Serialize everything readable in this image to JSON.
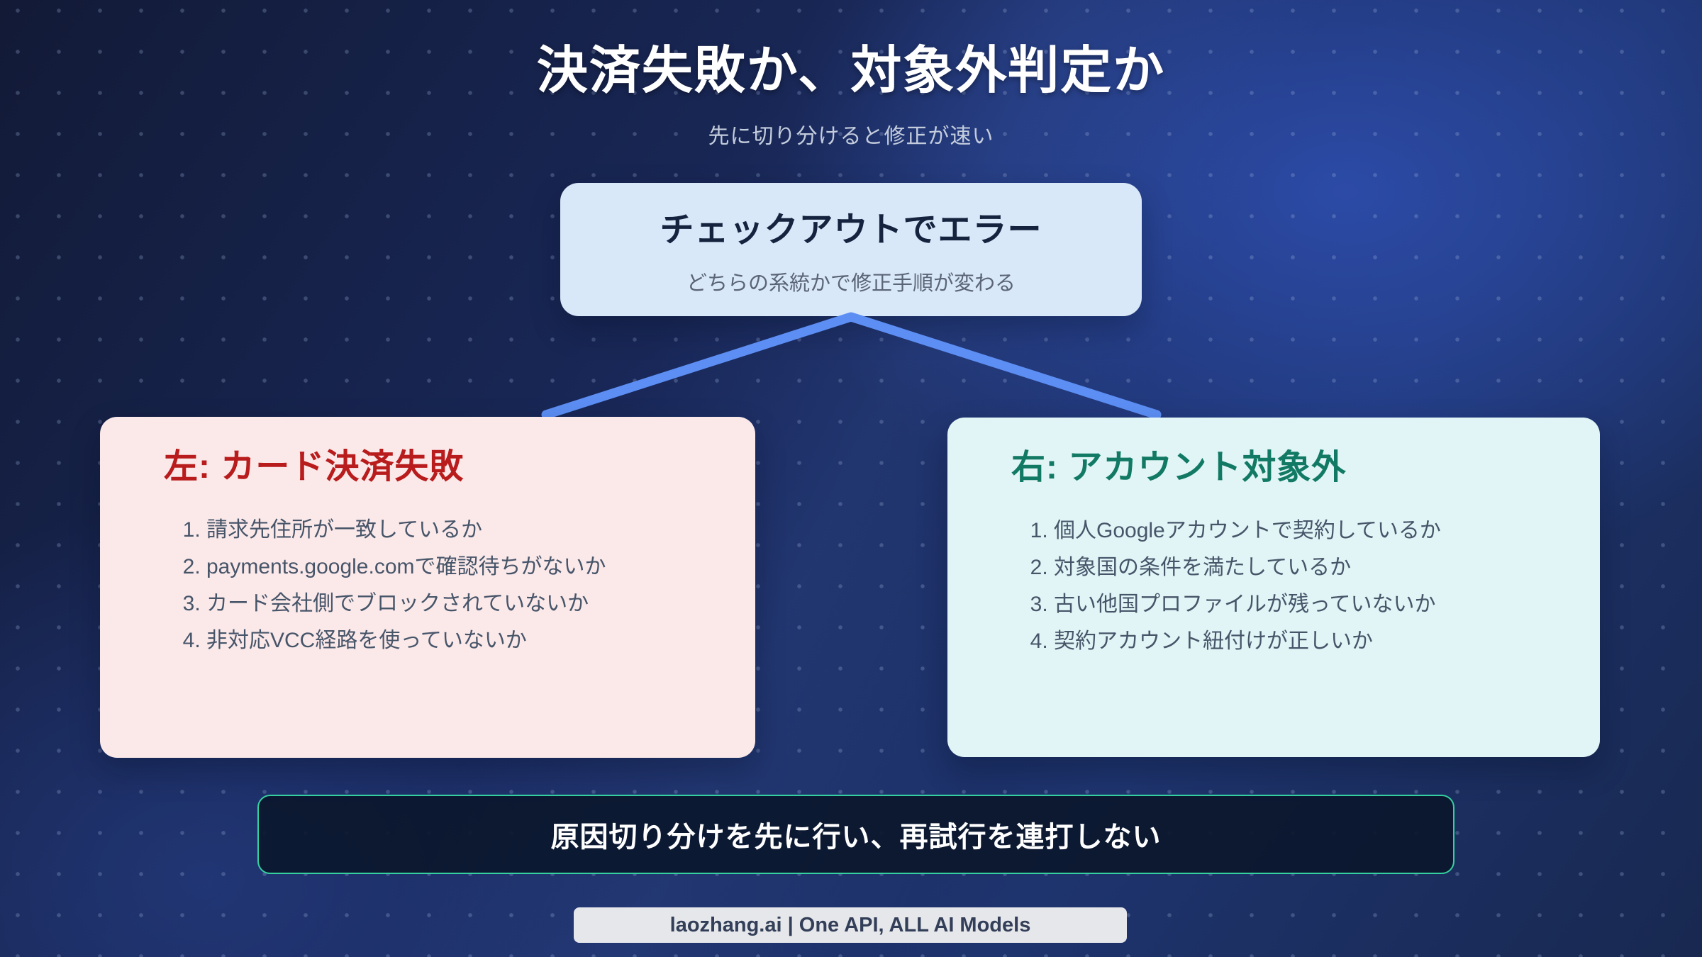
{
  "header": {
    "title": "決済失敗か、対象外判定か",
    "subtitle": "先に切り分けると修正が速い"
  },
  "root_node": {
    "title": "チェックアウトでエラー",
    "subtitle": "どちらの系統かで修正手順が変わる"
  },
  "left_branch": {
    "title": "左: カード決済失敗",
    "items": [
      "請求先住所が一致しているか",
      "payments.google.comで確認待ちがないか",
      "カード会社側でブロックされていないか",
      "非対応VCC経路を使っていないか"
    ]
  },
  "right_branch": {
    "title": "右: アカウント対象外",
    "items": [
      "個人Googleアカウントで契約しているか",
      "対象国の条件を満たしているか",
      "古い他国プロファイルが残っていないか",
      "契約アカウント紐付けが正しいか"
    ]
  },
  "callout": {
    "text": "原因切り分けを先に行い、再試行を連打しない"
  },
  "footer": {
    "brand": "laozhang.ai | One API, ALL AI Models"
  },
  "colors": {
    "background_dark": "#121a36",
    "background_accent": "#2b4aa6",
    "root_card_bg": "#d9e8f8",
    "root_title_text": "#16233f",
    "root_subtitle_text": "#5a6577",
    "left_card_bg": "#fbe9ea",
    "left_title_text": "#b91c1c",
    "right_card_bg": "#e1f5f6",
    "right_title_text": "#127a64",
    "list_text": "#475569",
    "connector_line": "#5c8ef4",
    "callout_bg": "#0b172c",
    "callout_border": "#35d0a0",
    "callout_text": "#ffffff",
    "badge_bg": "#e6e7eb",
    "badge_text": "#333f58",
    "page_title_text": "#ffffff",
    "page_subtitle_text": "#c3ccdc"
  }
}
